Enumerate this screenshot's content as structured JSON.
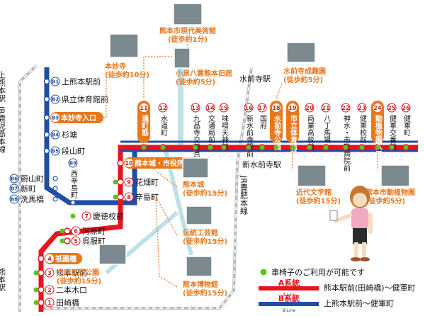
{
  "stations": {
    "kamikumamoto": "上熊本駅",
    "jr_kagoshima": "JR鹿児島本線",
    "kumamoto": "熊本駅",
    "suizenji": "水前寺駅",
    "shin_suizenji": "新水前寺駅",
    "jr_hohi": "JR豊肥本線"
  },
  "a_stops": [
    {
      "no": "1",
      "name": "田崎橋"
    },
    {
      "no": "2",
      "name": "二本木口"
    },
    {
      "no": "3",
      "name": "熊本駅前"
    },
    {
      "no": "4",
      "name": "祇園橋"
    },
    {
      "no": "5",
      "name": "呉服町"
    },
    {
      "no": "6",
      "name": "河原町"
    },
    {
      "no": "7",
      "name": "慶徳校前"
    },
    {
      "no": "8",
      "name": "辛島町"
    },
    {
      "no": "9",
      "name": "花畑町"
    },
    {
      "no": "10",
      "name": "熊本城・市役所前"
    },
    {
      "no": "11",
      "name": "通町筋"
    },
    {
      "no": "12",
      "name": "水道町"
    },
    {
      "no": "13",
      "name": "九品寺交差点"
    },
    {
      "no": "14",
      "name": "交通局前"
    },
    {
      "no": "15",
      "name": "味噌天神前"
    },
    {
      "no": "16",
      "name": "新水前寺駅前"
    },
    {
      "no": "17",
      "name": "国府"
    },
    {
      "no": "18",
      "name": "水前寺公園"
    },
    {
      "no": "19",
      "name": "市立体育館前"
    },
    {
      "no": "20",
      "name": "商業高校前"
    },
    {
      "no": "21",
      "name": "八丁馬場"
    },
    {
      "no": "22",
      "name": "神水・市民病院前"
    },
    {
      "no": "23",
      "name": "健軍校前"
    },
    {
      "no": "24",
      "name": "動植物園入口"
    },
    {
      "no": "25",
      "name": "健軍交番前"
    },
    {
      "no": "26",
      "name": "健軍町"
    }
  ],
  "b_stops": [
    {
      "no": "B1",
      "name": "上熊本駅前"
    },
    {
      "no": "B2",
      "name": "県立体育館前"
    },
    {
      "no": "B3",
      "name": "本妙寺入口"
    },
    {
      "no": "B4",
      "name": "杉塘"
    },
    {
      "no": "B5",
      "name": "段山町"
    },
    {
      "no": "B6",
      "name": "蔚山町"
    },
    {
      "no": "B7",
      "name": "新町"
    },
    {
      "no": "B8",
      "name": "洗馬橋"
    },
    {
      "no": "B9",
      "name": "西辛島町"
    }
  ],
  "attractions": [
    {
      "name": "熊本市現代美術館",
      "walk": "(徒歩約1分)"
    },
    {
      "name": "本妙寺",
      "walk": "(徒歩約10分)"
    },
    {
      "name": "小泉八雲熊本旧居",
      "walk": "(徒歩約5分)"
    },
    {
      "name": "水前寺成趣園",
      "walk": "(徒歩約5分)"
    },
    {
      "name": "熊本城",
      "walk": "(徒歩約15分)"
    },
    {
      "name": "伝統工芸館",
      "walk": "(徒歩約15分)"
    },
    {
      "name": "熊本博物館",
      "walk": "(徒歩約15分)"
    },
    {
      "name": "北岡自然公園",
      "walk": "(徒歩約15分)"
    },
    {
      "name": "近代文学館",
      "walk": "(徒歩約15分)"
    },
    {
      "name": "熊本市動植物園",
      "walk": "(徒歩約5分)"
    }
  ],
  "legend": {
    "wheelchair": "車椅子のご利用が可能です",
    "a_title": "A系統",
    "a_sub": "A-Line",
    "a_route": "熊本駅前(田崎橋)〜健軍町",
    "b_title": "B系統",
    "b_sub": "B-Line",
    "b_route": "上熊本駅前〜健軍町"
  },
  "colors": {
    "a_line": "#e8141c",
    "b_line": "#1f4ea3",
    "accent": "#e8781e",
    "wheelchair_dot": "#5dc21e"
  }
}
